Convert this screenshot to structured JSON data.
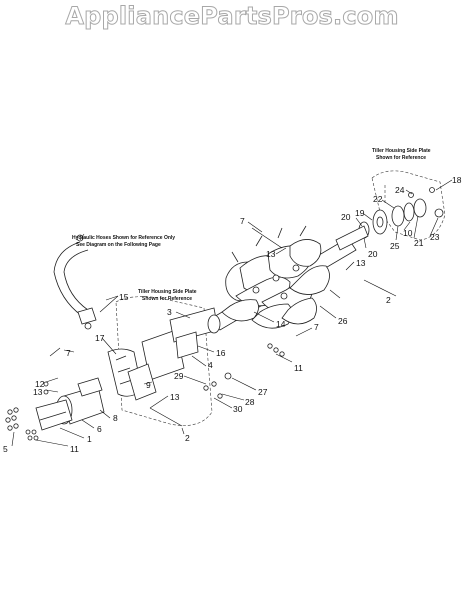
{
  "watermark": "AppliancePartsPros.com",
  "notes": {
    "side_plate_right_1": "Tiller Housing Side Plate",
    "side_plate_right_2": "Shown for Reference",
    "hoses_1": "Hydraulic Hoses Shown for Reference Only",
    "hoses_2": "See Diagram on the Following Page",
    "side_plate_left_1": "Tiller Housing Side Plate",
    "side_plate_left_2": "Shown for Reference"
  },
  "callouts": [
    {
      "id": "c18",
      "text": "18"
    },
    {
      "id": "c24",
      "text": "24"
    },
    {
      "id": "c22",
      "text": "22"
    },
    {
      "id": "c19",
      "text": "19"
    },
    {
      "id": "c20a",
      "text": "20"
    },
    {
      "id": "c10",
      "text": "10"
    },
    {
      "id": "c21",
      "text": "21"
    },
    {
      "id": "c23",
      "text": "23"
    },
    {
      "id": "c25",
      "text": "25"
    },
    {
      "id": "c20b",
      "text": "20"
    },
    {
      "id": "c7a",
      "text": "7"
    },
    {
      "id": "c13a",
      "text": "13"
    },
    {
      "id": "c13b",
      "text": "13"
    },
    {
      "id": "c2a",
      "text": "2"
    },
    {
      "id": "c15",
      "text": "15"
    },
    {
      "id": "c3",
      "text": "3"
    },
    {
      "id": "c14",
      "text": "14"
    },
    {
      "id": "c26",
      "text": "26"
    },
    {
      "id": "c7b",
      "text": "7"
    },
    {
      "id": "c17",
      "text": "17"
    },
    {
      "id": "c16",
      "text": "16"
    },
    {
      "id": "c4",
      "text": "4"
    },
    {
      "id": "c11a",
      "text": "11"
    },
    {
      "id": "c7c",
      "text": "7"
    },
    {
      "id": "c29",
      "text": "29"
    },
    {
      "id": "c27",
      "text": "27"
    },
    {
      "id": "c28",
      "text": "28"
    },
    {
      "id": "c30",
      "text": "30"
    },
    {
      "id": "c13c",
      "text": "13"
    },
    {
      "id": "c12",
      "text": "12"
    },
    {
      "id": "c13d",
      "text": "13"
    },
    {
      "id": "c9",
      "text": "9"
    },
    {
      "id": "c8",
      "text": "8"
    },
    {
      "id": "c6",
      "text": "6"
    },
    {
      "id": "c1",
      "text": "1"
    },
    {
      "id": "c5",
      "text": "5"
    },
    {
      "id": "c11b",
      "text": "11"
    },
    {
      "id": "c2b",
      "text": "2"
    }
  ]
}
